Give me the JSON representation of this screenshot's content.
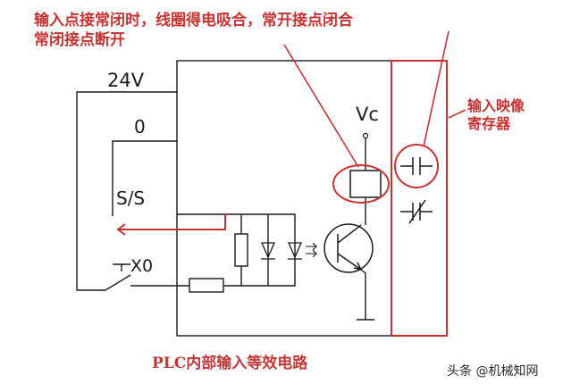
{
  "annotations": {
    "top_line1": "输入点接常闭时，线圈得电吸合，常开接点闭合",
    "top_line2": "常闭接点断开",
    "right_line1": "输入映像",
    "right_line2": "寄存器"
  },
  "terminals": {
    "supply": "24V",
    "zero": "0",
    "common": "S/S",
    "input": "X0",
    "vc": "Vc"
  },
  "caption": "PLC内部输入等效电路",
  "watermark": "头条 @机械知网",
  "colors": {
    "annotation": "#c83232",
    "line": "#1a1a1a"
  }
}
